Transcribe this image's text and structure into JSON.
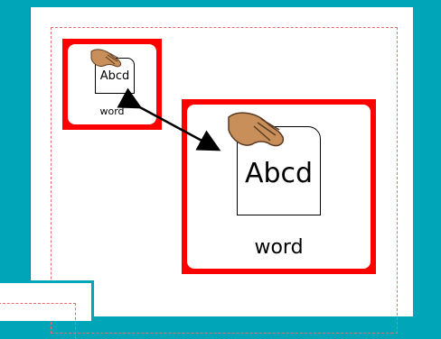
{
  "colors": {
    "background": "#00a5b8",
    "page": "#ffffff",
    "card_border": "#ff0000",
    "guide_dash": "#e86b6b",
    "skin": "#c98f5a"
  },
  "small_card": {
    "doc_text": "Abcd",
    "caption": "word",
    "icon": "hand-holding-document-icon"
  },
  "large_card": {
    "doc_text": "Abcd",
    "caption": "word",
    "icon": "hand-holding-document-icon"
  },
  "connector": {
    "icon": "double-headed-arrow-icon"
  }
}
